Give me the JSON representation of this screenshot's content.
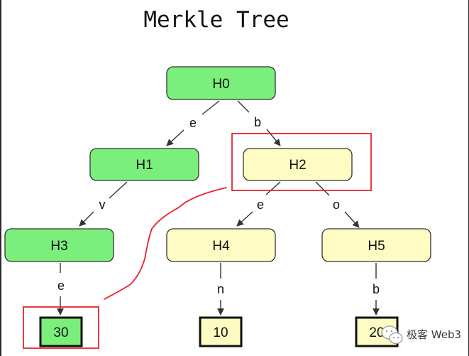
{
  "title": "Merkle Tree",
  "colors": {
    "verified_fill": "#7bef7b",
    "pending_fill": "#fefcc2",
    "node_stroke": "#333333",
    "highlight": "#e8242c",
    "edge": "#333333"
  },
  "nodes": {
    "h0": {
      "label": "H0",
      "status": "verified"
    },
    "h1": {
      "label": "H1",
      "status": "verified"
    },
    "h2": {
      "label": "H2",
      "status": "pending"
    },
    "h3": {
      "label": "H3",
      "status": "verified"
    },
    "h4": {
      "label": "H4",
      "status": "pending"
    },
    "h5": {
      "label": "H5",
      "status": "pending"
    }
  },
  "leaves": {
    "leaf_h3": {
      "label": "30",
      "status": "verified"
    },
    "leaf_h4": {
      "label": "10",
      "status": "pending"
    },
    "leaf_h5": {
      "label": "20",
      "status": "pending"
    }
  },
  "edges": {
    "h0_h1": "e",
    "h0_h2": "b",
    "h1_h3": "v",
    "h2_h4": "e",
    "h2_h5": "o",
    "h3_leaf": "e",
    "h4_leaf": "n",
    "h5_leaf": "b"
  },
  "watermark": {
    "text": "极客 Web3",
    "icon": "wechat-icon"
  }
}
